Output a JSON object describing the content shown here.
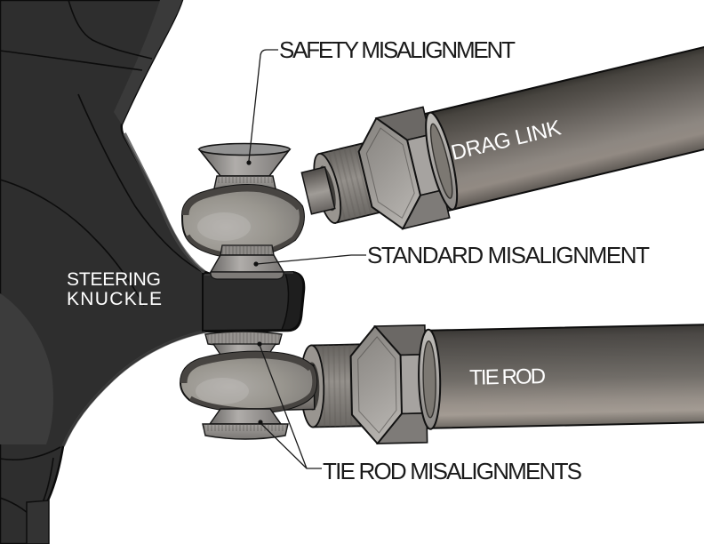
{
  "figure": {
    "background": "#ffffff",
    "labels": {
      "safety_misalignment": "SAFETY MISALIGNMENT",
      "standard_misalignment": "STANDARD MISALIGNMENT",
      "tie_rod_misalignments": "TIE ROD MISALIGNMENTS",
      "steering_knuckle_line1": "STEERING",
      "steering_knuckle_line2": "KNUCKLE",
      "drag_link": "DRAG LINK",
      "tie_rod": "TIE ROD"
    },
    "colors": {
      "label_text": "#1a1a1a",
      "on_part_text": "#ffffff",
      "knuckle_dark": "#2e2e2e",
      "metal_light": "#a8a39e",
      "metal_mid": "#8a8580",
      "rod_dark": "#4a4642",
      "outline": "#111111"
    }
  }
}
